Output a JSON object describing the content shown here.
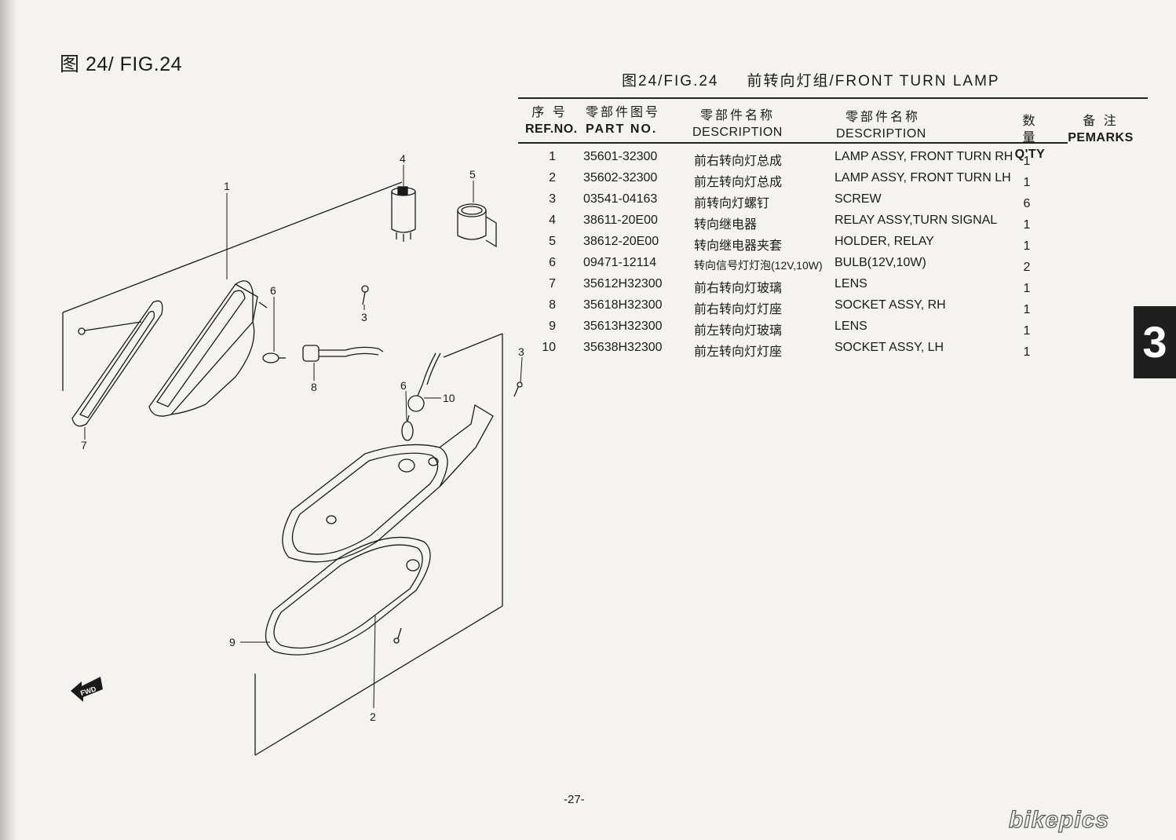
{
  "figure_label": "图 24/ FIG.24",
  "table_title": {
    "fig": "图24/FIG.24",
    "name": "前转向灯组/FRONT TURN LAMP"
  },
  "headers": {
    "ref_cn": "序 号",
    "ref_en": "REF.NO.",
    "part_cn": "零部件图号",
    "part_en": "PART NO.",
    "desc_cn_cn": "零部件名称",
    "desc_cn_en": "DESCRIPTION",
    "desc_en_cn": "零部件名称",
    "desc_en_en": "DESCRIPTION",
    "qty_cn": "数 量",
    "qty_en": "Q'TY",
    "remarks_cn": "备 注",
    "remarks_en": "PEMARKS"
  },
  "parts": [
    {
      "ref": "1",
      "part_no": "35601-32300",
      "desc_cn": "前右转向灯总成",
      "desc_en": "LAMP ASSY, FRONT TURN RH",
      "qty": "1"
    },
    {
      "ref": "2",
      "part_no": "35602-32300",
      "desc_cn": "前左转向灯总成",
      "desc_en": "LAMP ASSY, FRONT TURN LH",
      "qty": "1"
    },
    {
      "ref": "3",
      "part_no": "03541-04163",
      "desc_cn": "前转向灯螺钉",
      "desc_en": "SCREW",
      "qty": "6"
    },
    {
      "ref": "4",
      "part_no": "38611-20E00",
      "desc_cn": "转向继电器",
      "desc_en": "RELAY ASSY,TURN SIGNAL",
      "qty": "1"
    },
    {
      "ref": "5",
      "part_no": "38612-20E00",
      "desc_cn": "转向继电器夹套",
      "desc_en": "HOLDER, RELAY",
      "qty": "1"
    },
    {
      "ref": "6",
      "part_no": "09471-12114",
      "desc_cn": "转向信号灯灯泡(12V,10W)",
      "desc_en": "BULB(12V,10W)",
      "qty": "2"
    },
    {
      "ref": "7",
      "part_no": "35612H32300",
      "desc_cn": "前右转向灯玻璃",
      "desc_en": "LENS",
      "qty": "1"
    },
    {
      "ref": "8",
      "part_no": "35618H32300",
      "desc_cn": "前右转向灯灯座",
      "desc_en": "SOCKET ASSY, RH",
      "qty": "1"
    },
    {
      "ref": "9",
      "part_no": "35613H32300",
      "desc_cn": "前左转向灯玻璃",
      "desc_en": "LENS",
      "qty": "1"
    },
    {
      "ref": "10",
      "part_no": "35638H32300",
      "desc_cn": "前左转向灯灯座",
      "desc_en": "SOCKET ASSY, LH",
      "qty": "1"
    }
  ],
  "callouts": [
    "1",
    "2",
    "3",
    "3",
    "4",
    "5",
    "6",
    "6",
    "7",
    "8",
    "9",
    "10"
  ],
  "fwd_label": "FWD",
  "section_tab": "3",
  "page_number": "-27-",
  "watermark": "bikepics"
}
